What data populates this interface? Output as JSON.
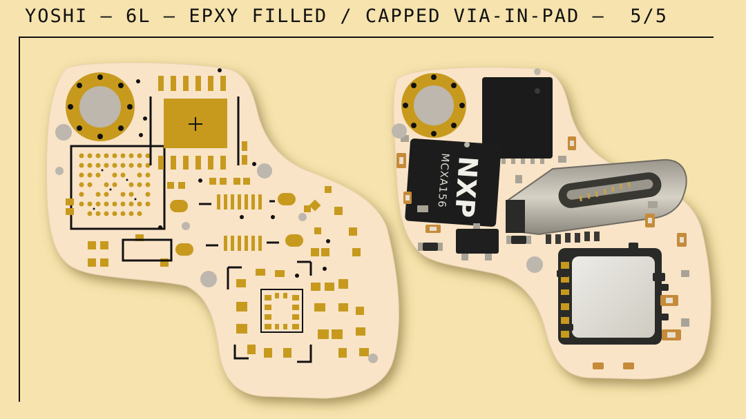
{
  "header": {
    "title": "YOSHI – 6L – EPXY FILLED / CAPPED VIA-IN-PAD –  5/5"
  },
  "boards": [
    {
      "name": "bare-pcb",
      "description_hidden": true
    },
    {
      "name": "assembled-pcb",
      "chip_brand": "NXP",
      "chip_part": "MCXA156"
    }
  ],
  "colors": {
    "background": "#f6e3ad",
    "board": "#f9e4c8",
    "copper": "#c79a1e",
    "silkscreen": "#111111",
    "ic_body": "#1b1b1b",
    "metal": "#b9b4a6"
  }
}
